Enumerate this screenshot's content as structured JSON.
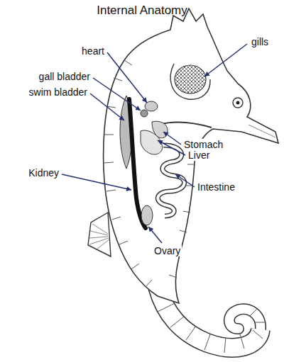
{
  "diagram": {
    "title": "Internal Anatomy",
    "labels": [
      "gills",
      "heart",
      "gall bladder",
      "swim bladder",
      "Stomach",
      "Liver",
      "Kidney",
      "Intestine",
      "Ovary"
    ]
  }
}
